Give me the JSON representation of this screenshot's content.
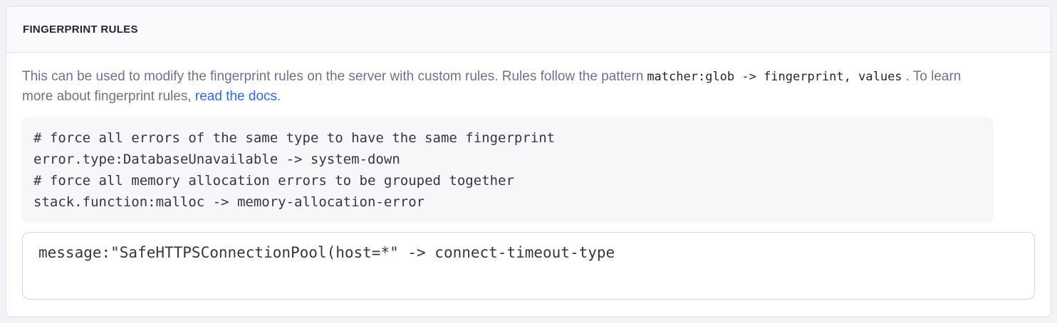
{
  "panel": {
    "title": "FINGERPRINT RULES",
    "description": {
      "text_before_pattern": "This can be used to modify the fingerprint rules on the server with custom rules. Rules follow the pattern",
      "pattern_code": "matcher:glob -> fingerprint, values",
      "text_after_pattern": ". To learn more about fingerprint rules,",
      "docs_link_label": "read the docs",
      "text_end": "."
    },
    "code_example": "# force all errors of the same type to have the same fingerprint\nerror.type:DatabaseUnavailable -> system-down\n# force all memory allocation errors to be grouped together\nstack.function:malloc -> memory-allocation-error",
    "rules_input": {
      "value": "message:\"SafeHTTPSConnectionPool(host=*\" -> connect-timeout-type"
    }
  },
  "colors": {
    "page_background": "#f4f2f7",
    "panel_border": "#e0dbe6",
    "header_background": "#faf9fb",
    "title_text": "#2b2233",
    "description_text": "#7a6c8a",
    "link_blue": "#2d69e1",
    "code_block_background": "#f7f6f9",
    "code_text": "#3a3344",
    "textarea_border": "#d8d2de"
  }
}
